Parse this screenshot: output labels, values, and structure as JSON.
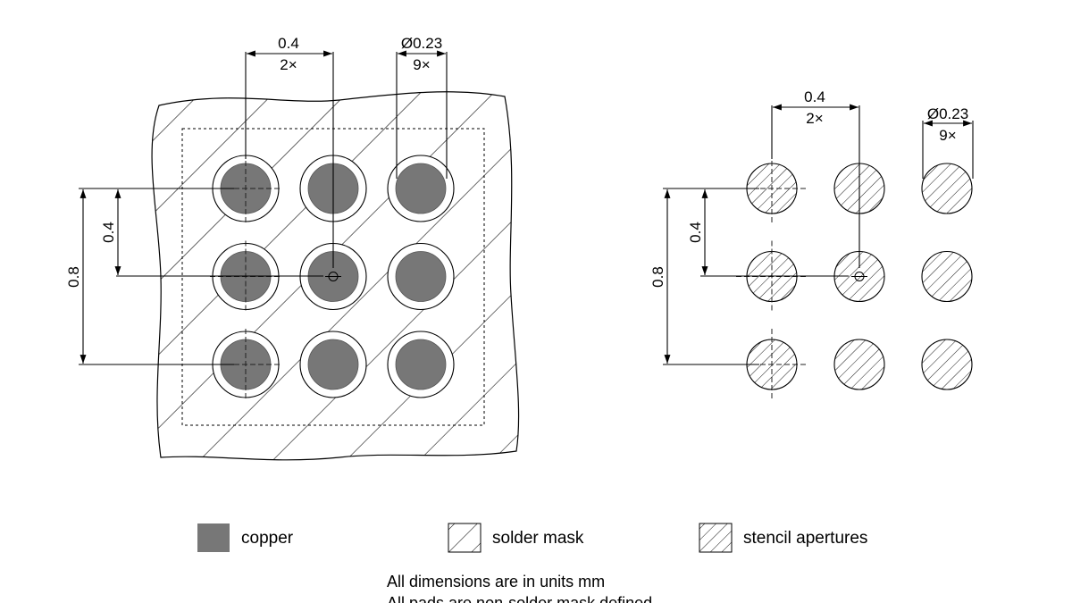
{
  "pcb_view": {
    "pitch_dimension": {
      "value": "0.4",
      "count": "2×"
    },
    "diameter_dimension": {
      "value": "Ø0.23",
      "count": "9×"
    },
    "vertical_pitch": "0.4",
    "vertical_total": "0.8"
  },
  "stencil_view": {
    "pitch_dimension": {
      "value": "0.4",
      "count": "2×"
    },
    "diameter_dimension": {
      "value": "Ø0.23",
      "count": "9×"
    },
    "vertical_pitch": "0.4",
    "vertical_total": "0.8"
  },
  "legend": {
    "copper": "copper",
    "solder_mask": "solder mask",
    "stencil": "stencil apertures"
  },
  "notes": [
    "All dimensions are in units mm",
    "All pads are non-solder mask defined"
  ],
  "colors": {
    "copper": "#777777",
    "line": "#000000"
  }
}
